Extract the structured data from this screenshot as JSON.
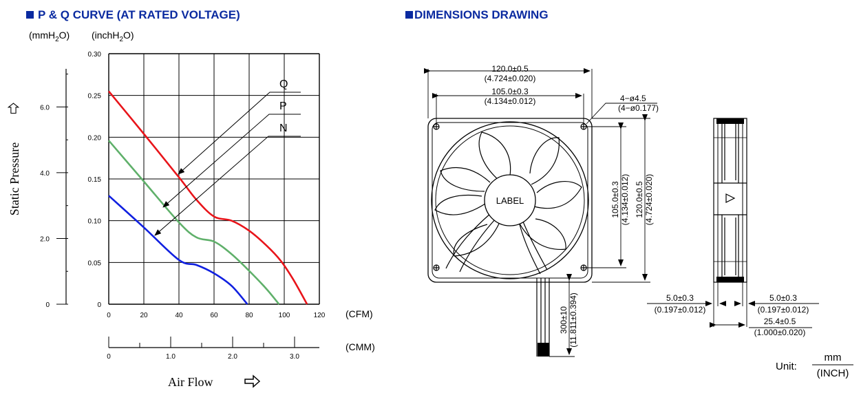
{
  "left_title": "P & Q CURVE (AT RATED VOLTAGE)",
  "right_title": "DIMENSIONS DRAWING",
  "chart_data": {
    "type": "line",
    "title": "P & Q CURVE (AT RATED VOLTAGE)",
    "y_unit_left": "(mmH2O)",
    "y_unit_right": "(inchH2O)",
    "ylabel": "Static Pressure",
    "xlabel": "Air Flow",
    "x_unit_top": "(CFM)",
    "x_unit_bottom": "(CMM)",
    "xlim": [
      0,
      120
    ],
    "ylim_inch": [
      0,
      0.3
    ],
    "x_ticks": [
      "0",
      "20",
      "40",
      "60",
      "80",
      "100",
      "120"
    ],
    "y_ticks_inch": [
      "0",
      "0.05",
      "0.10",
      "0.15",
      "0.20",
      "0.25",
      "0.30"
    ],
    "y_ticks_mm": [
      "0",
      "2.0",
      "4.0",
      "6.0"
    ],
    "cmm_ticks": [
      "0",
      "1.0",
      "2.0",
      "3.0"
    ],
    "cmm_max": 3.4,
    "series": [
      {
        "name": "Q",
        "color": "#e8141a",
        "x": [
          0,
          20,
          40,
          50,
          60,
          70,
          80,
          90,
          98,
          105,
          113
        ],
        "y": [
          0.255,
          0.204,
          0.152,
          0.125,
          0.105,
          0.1,
          0.088,
          0.07,
          0.052,
          0.03,
          0.0
        ]
      },
      {
        "name": "P",
        "color": "#5fb06a",
        "x": [
          0,
          20,
          40,
          50,
          60,
          70,
          80,
          90,
          97
        ],
        "y": [
          0.196,
          0.147,
          0.098,
          0.08,
          0.075,
          0.06,
          0.04,
          0.018,
          0.0
        ]
      },
      {
        "name": "N",
        "color": "#1020e0",
        "x": [
          0,
          20,
          40,
          50,
          60,
          70,
          79
        ],
        "y": [
          0.13,
          0.092,
          0.053,
          0.047,
          0.037,
          0.022,
          0.0
        ]
      }
    ]
  },
  "drawing": {
    "dim_width_mm": "120.0±0.5",
    "dim_width_in": "(4.724±0.020)",
    "dim_hole_mm": "105.0±0.3",
    "dim_hole_in": "(4.134±0.012)",
    "hole_mm": "4−ø4.5",
    "hole_in": "(4−ø0.177)",
    "vert_hole": "105.0±0.3",
    "vert_hole_in": "(4.134±0.012)",
    "vert_width": "120.0±0.5",
    "vert_width_in": "(4.724±0.020)",
    "label": "LABEL",
    "lead_mm": "300±10",
    "lead_in": "(11.811±0.394)",
    "side_left_mm": "5.0±0.3",
    "side_left_in": "(0.197±0.012)",
    "side_right_mm": "5.0±0.3",
    "side_right_in": "(0.197±0.012)",
    "depth_mm": "25.4±0.5",
    "depth_in": "(1.000±0.020)",
    "unit_label": "Unit:",
    "unit_num": "mm",
    "unit_den": "(INCH)"
  }
}
